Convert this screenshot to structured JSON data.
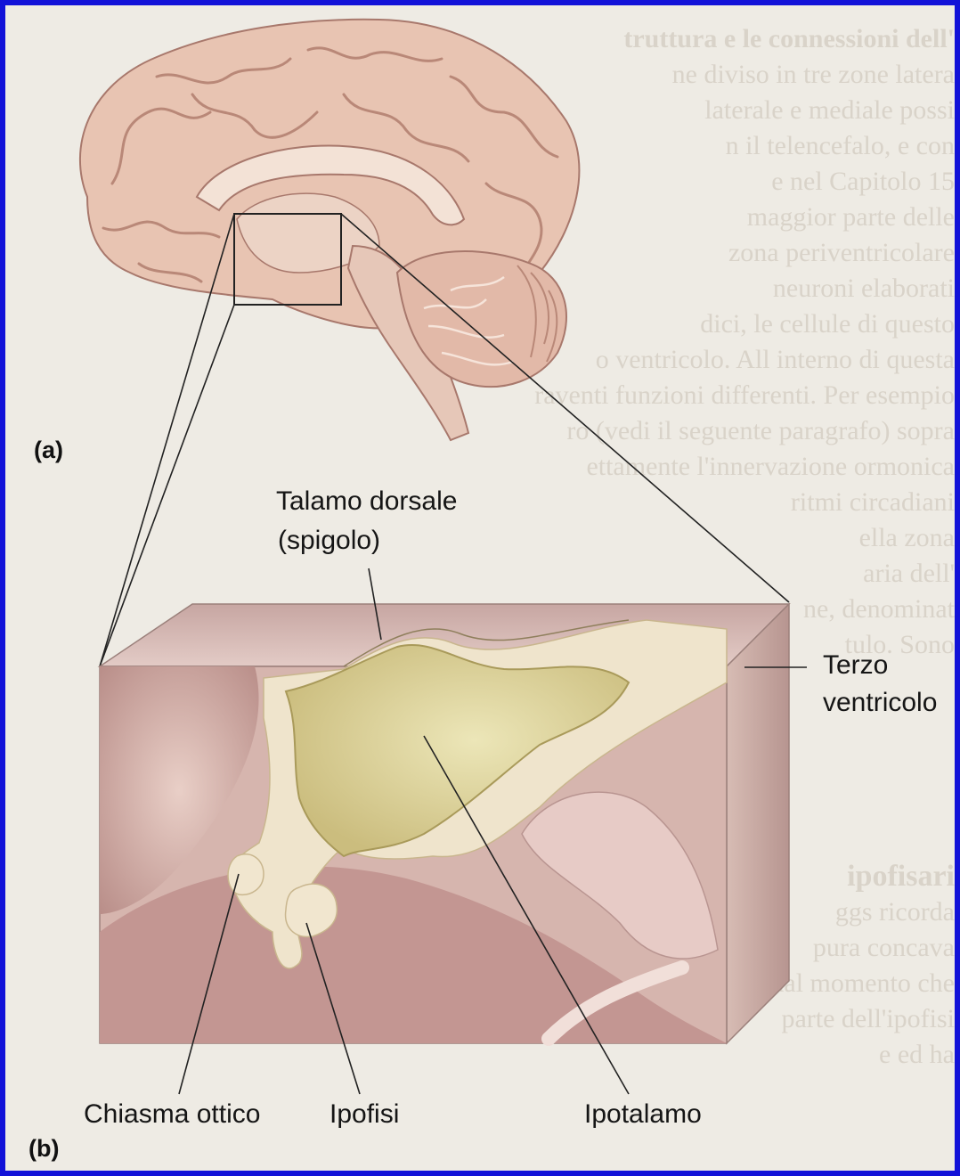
{
  "figure": {
    "panel_a": "(a)",
    "panel_b": "(b)",
    "labels": {
      "talamo_line1": "Talamo dorsale",
      "talamo_line2": "(spigolo)",
      "terzo_line1": "Terzo",
      "terzo_line2": "ventricolo",
      "chiasma": "Chiasma ottico",
      "ipofisi": "Ipofisi",
      "ipotalamo": "Ipotalamo"
    }
  },
  "background_text": {
    "heading_top": "truttura e le connessioni dell'",
    "heading_mid": "ipofisari",
    "lines": [
      "ne diviso in tre zone latera",
      "laterale e mediale possi",
      "n il telencefalo, e con",
      "e nel Capitolo 15",
      "maggior parte delle",
      "zona periventricolare",
      "neuroni elaborati",
      "dici, le cellule di questo",
      "o ventricolo. All interno di questa",
      "raventi funzioni differenti. Per esempio",
      "ro (vedi il seguente paragrafo) sopra",
      "ettamente l'innervazione ormonica",
      "ritmi circadiani",
      "ella zona",
      "aria dell'",
      "ne, denominat",
      "tulo. Sono"
    ],
    "lower_lines": [
      "ggs ricorda",
      "pura concava",
      "dal momento che",
      "parte dell'ipofisi",
      "e ed ha"
    ]
  },
  "colors": {
    "frame": "#1212d8",
    "paper": "#eeebe4",
    "brain": "#e8c4b2",
    "hypothalamus": "#d8cf98",
    "tissue": "#cfa9a0"
  }
}
